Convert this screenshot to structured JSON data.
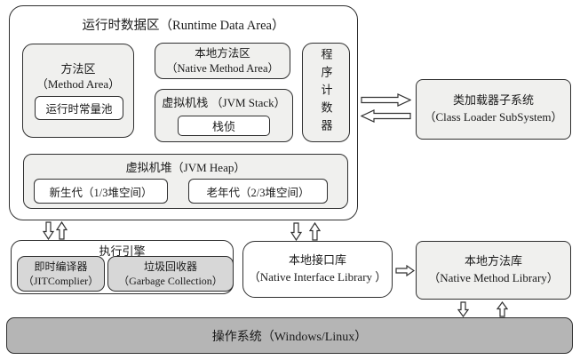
{
  "runtime_data_area": {
    "title": "运行时数据区（Runtime Data Area）",
    "method_area": {
      "line1": "方法区",
      "line2": "（Method Area）",
      "constant_pool": "运行时常量池"
    },
    "native_method_area": {
      "line1": "本地方法区",
      "line2": "（Native Method Area）"
    },
    "jvm_stack": {
      "title": "虚拟机栈 （JVM Stack）",
      "stack_frame": "栈侦"
    },
    "program_counter": "程序计数器",
    "jvm_heap": {
      "title": "虚拟机堆（JVM Heap）",
      "young_gen": "新生代（1/3堆空间）",
      "old_gen": "老年代（2/3堆空间）"
    }
  },
  "class_loader": {
    "line1": "类加载器子系统",
    "line2": "（Class Loader SubSystem）"
  },
  "execution_engine": {
    "title": "执行引擎",
    "jit_compiler": {
      "line1": "即时编译器",
      "line2": "（JITComplier）"
    },
    "garbage_collector": {
      "line1": "垃圾回收器",
      "line2": "（Garbage Collection）"
    }
  },
  "native_interface_library": {
    "line1": "本地接口库",
    "line2": "（Native Interface Library ）"
  },
  "native_method_library": {
    "line1": "本地方法库",
    "line2": "（Native Method Library）"
  },
  "os": {
    "label": "操作系统（Windows/Linux）"
  },
  "colors": {
    "background": "#ffffff",
    "box_fill_light": "#f0f0ee",
    "box_fill_medium": "#d7d7d7",
    "os_bar_fill": "#b5b5b5",
    "border": "#2f2f2f",
    "arrow_fill": "#ffffff",
    "arrow_stroke": "#333333"
  }
}
